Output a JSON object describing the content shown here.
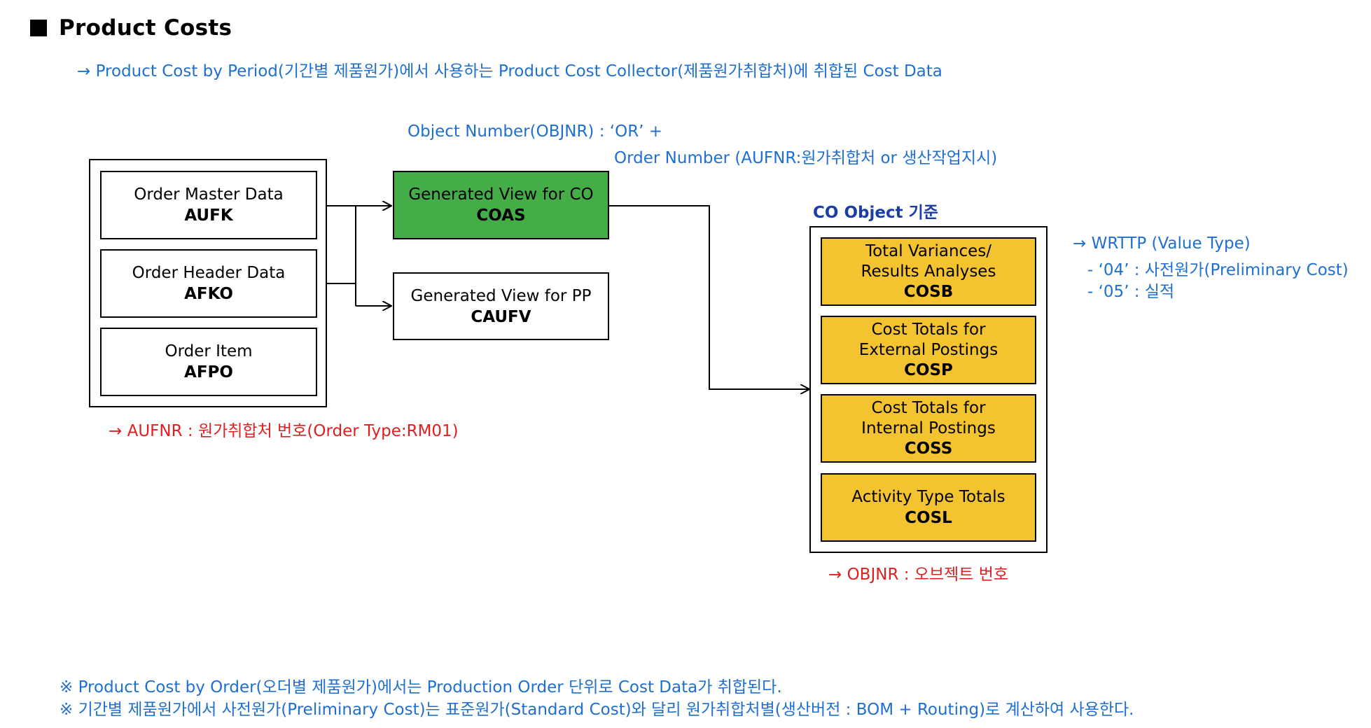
{
  "title": "Product Costs",
  "subtitle": "→ Product Cost by Period(기간별 제품원가)에서 사용하는 Product Cost Collector(제품원가취합처)에 취합된 Cost Data",
  "objnr_note": {
    "line1": "Object Number(OBJNR) : ‘OR’ +",
    "line2": "Order Number (AUFNR:원가취합처 or 생산작업지시)"
  },
  "order_tables": [
    {
      "label": "Order Master Data",
      "code": "AUFK"
    },
    {
      "label": "Order Header Data",
      "code": "AFKO"
    },
    {
      "label": "Order Item",
      "code": "AFPO"
    }
  ],
  "aufnr_note": "→ AUFNR : 원가취합처 번호(Order Type:RM01)",
  "views": [
    {
      "label": "Generated View for CO",
      "code": "COAS"
    },
    {
      "label": "Generated View for PP",
      "code": "CAUFV"
    }
  ],
  "co_object_title": "CO Object 기준",
  "co_tables": [
    {
      "line1": "Total Variances/",
      "line2": "Results Analyses",
      "code": "COSB"
    },
    {
      "line1": "Cost Totals for",
      "line2": "External Postings",
      "code": "COSP"
    },
    {
      "line1": "Cost Totals for",
      "line2": "Internal Postings",
      "code": "COSS"
    },
    {
      "line1": "Activity Type Totals",
      "line2": "",
      "code": "COSL"
    }
  ],
  "objnr_bottom_note": "→ OBJNR : 오브젝트 번호",
  "wrttp_note": {
    "line1": "→ WRTTP (Value Type)",
    "line2": "- ‘04’ : 사전원가(Preliminary Cost)",
    "line3": "- ‘05’ : 실적"
  },
  "footnotes": [
    "※ Product Cost by Order(오더별 제품원가)에서는 Production Order 단위로 Cost Data가 취합된다.",
    "※ 기간별 제품원가에서 사전원가(Preliminary Cost)는 표준원가(Standard Cost)와 달리 원가취합처별(생산버전 : BOM + Routing)로 계산하여 사용한다."
  ],
  "colors": {
    "generated_view_co": "#44ad48",
    "co_tables": "#f4c430",
    "note_blue": "#1f6fd1",
    "note_red": "#e02020"
  }
}
